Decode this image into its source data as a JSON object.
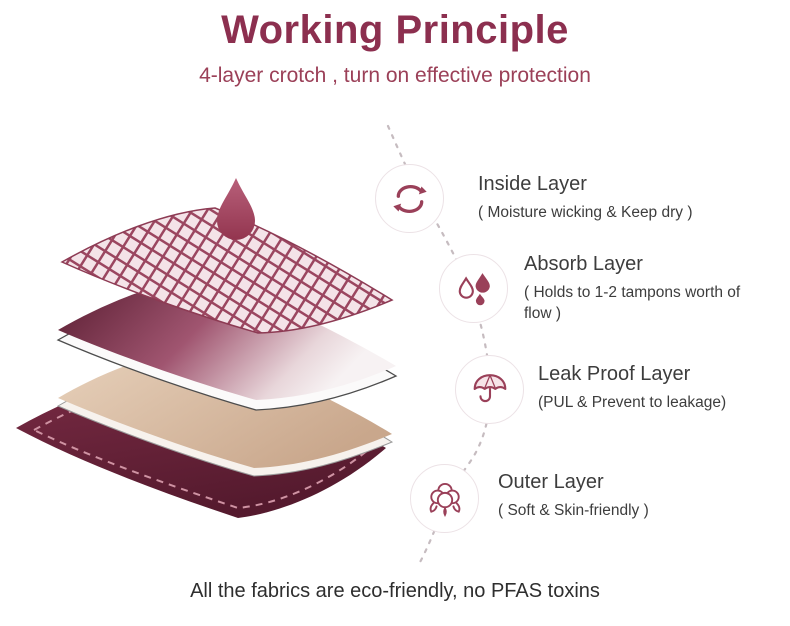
{
  "header": {
    "title": "Working Principle",
    "subtitle": "4-layer crotch , turn on effective protection"
  },
  "items": [
    {
      "name": "Inside Layer",
      "desc": "( Moisture wicking & Keep dry )",
      "icon": "recycle-arrows-icon"
    },
    {
      "name": "Absorb Layer",
      "desc": "( Holds to 1-2 tampons worth of flow )",
      "icon": "water-drops-icon"
    },
    {
      "name": "Leak Proof Layer",
      "desc": "(PUL & Prevent to leakage)",
      "icon": "umbrella-icon"
    },
    {
      "name": "Outer Layer",
      "desc": "( Soft & Skin-friendly )",
      "icon": "cotton-flower-icon"
    }
  ],
  "footer": {
    "note": "All the fabrics are eco-friendly, no PFAS toxins"
  },
  "colors": {
    "accent": "#8c2f4f",
    "subtitle": "#9b4058",
    "burgundy": "#5e1c31",
    "mauve": "#9c4560",
    "beige": "#d9bda7",
    "icon": "#9a4059",
    "text": "#3d3d3d"
  }
}
